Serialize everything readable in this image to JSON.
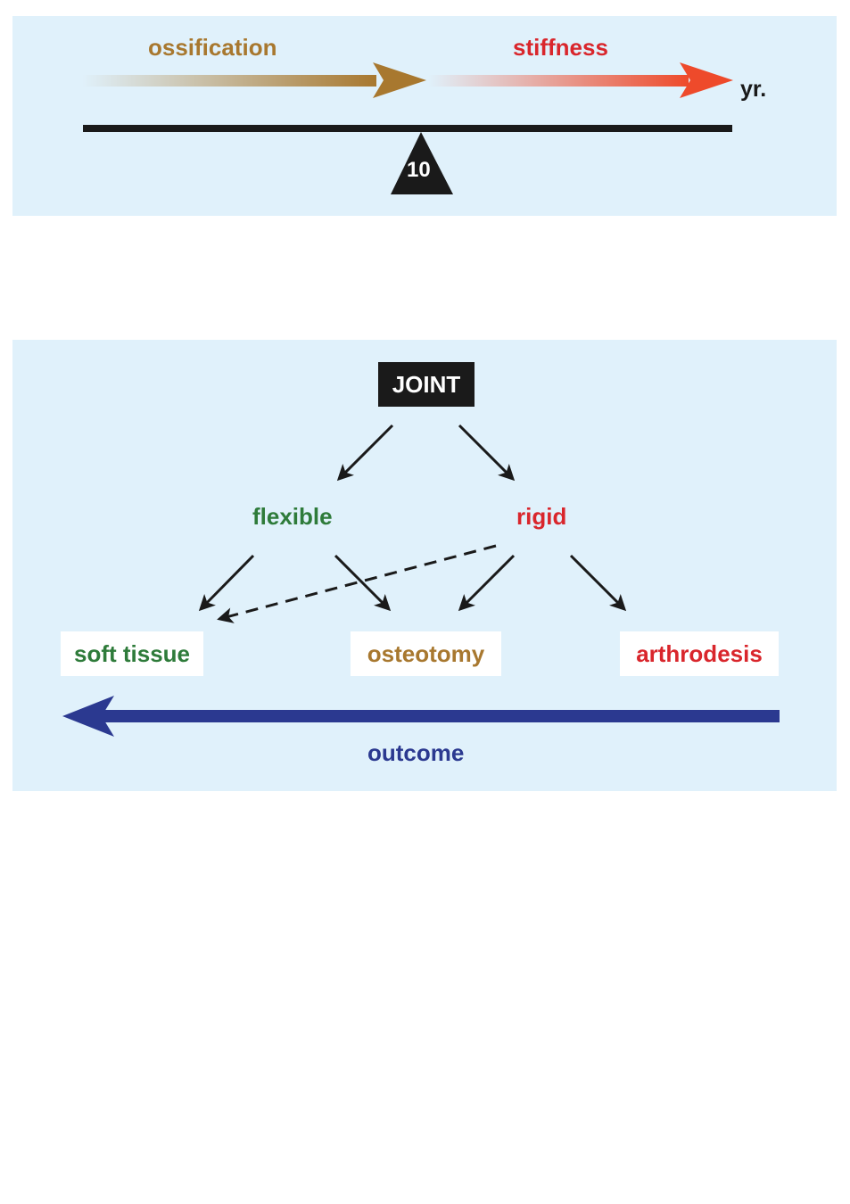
{
  "top_panel": {
    "ossification_label": "ossification",
    "stiffness_label": "stiffness",
    "year_unit_label": "yr.",
    "fulcrum_value": "10"
  },
  "bottom_panel": {
    "joint_label": "JOINT",
    "flexible_label": "flexible",
    "rigid_label": "rigid",
    "soft_tissue_label": "soft tissue",
    "osteotomy_label": "osteotomy",
    "arthrodesis_label": "arthrodesis",
    "outcome_label": "outcome"
  },
  "colors": {
    "panel_background": "#e0f1fb",
    "ossification": "#a8782f",
    "stiffness": "#d9262c",
    "flexible": "#2e7b3a",
    "rigid": "#d9262c",
    "osteotomy": "#a8782f",
    "arthrodesis": "#d9262c",
    "outcome": "#2b3990",
    "black": "#1a1a1a"
  }
}
